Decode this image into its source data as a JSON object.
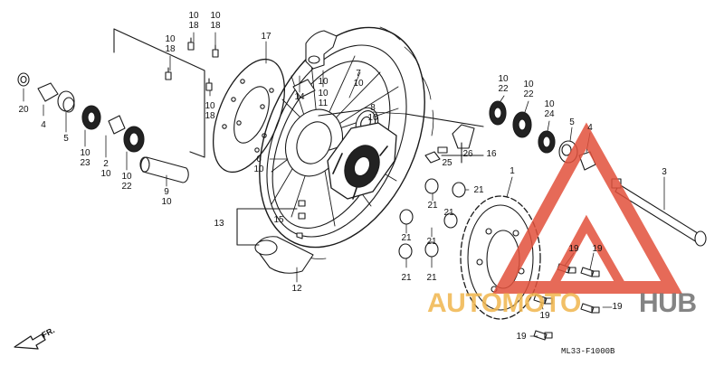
{
  "colors": {
    "line": "#1a1a1a",
    "watermark_red": "#e2513c",
    "watermark_gold": "#f0b64d",
    "watermark_grey": "#6f6f6f"
  },
  "callouts": {
    "c10_18_a": [
      "10",
      "18"
    ],
    "c10_18_b": [
      "10",
      "18"
    ],
    "c17": [
      "17"
    ],
    "c10_18_c": [
      "10",
      "18"
    ],
    "c10_18_d": [
      "10",
      "18"
    ],
    "c20": [
      "20"
    ],
    "c4_left": [
      "4"
    ],
    "c5_left": [
      "5"
    ],
    "c10_23": [
      "10",
      "23"
    ],
    "c2_10": [
      "2",
      "10"
    ],
    "c10_22_left": [
      "10",
      "22"
    ],
    "c9_10": [
      "9",
      "10"
    ],
    "c10_top": [
      "10"
    ],
    "c14": [
      "14"
    ],
    "c7_10": [
      "7",
      "10"
    ],
    "c10_11": [
      "10",
      "11"
    ],
    "c8_10": [
      "8",
      "10"
    ],
    "c6_10": [
      "6",
      "10"
    ],
    "c13": [
      "13"
    ],
    "c15": [
      "15"
    ],
    "c12": [
      "12"
    ],
    "c10_22_r1": [
      "10",
      "22"
    ],
    "c10_22_r2": [
      "10",
      "22"
    ],
    "c10_24": [
      "10",
      "24"
    ],
    "c5_right": [
      "5"
    ],
    "c4_right": [
      "4"
    ],
    "c3": [
      "3"
    ],
    "c1": [
      "1"
    ],
    "c26": [
      "26"
    ],
    "c25": [
      "25"
    ],
    "c16": [
      "16"
    ],
    "c21_a": [
      "21"
    ],
    "c21_b": [
      "21"
    ],
    "c21_c": [
      "21"
    ],
    "c21_d": [
      "21"
    ],
    "c21_e": [
      "21"
    ],
    "c21_f": [
      "21"
    ],
    "c21_g": [
      "21"
    ],
    "c19_a": [
      "19"
    ],
    "c19_b": [
      "19"
    ],
    "c19_c": [
      "19"
    ],
    "c19_d": [
      "19"
    ],
    "c19_e": [
      "19"
    ]
  },
  "front_marker": "FR.",
  "diagram_code": "ML33-F1000B",
  "watermark": {
    "part1": "AUTOMOTO",
    "part2": "HUB"
  }
}
